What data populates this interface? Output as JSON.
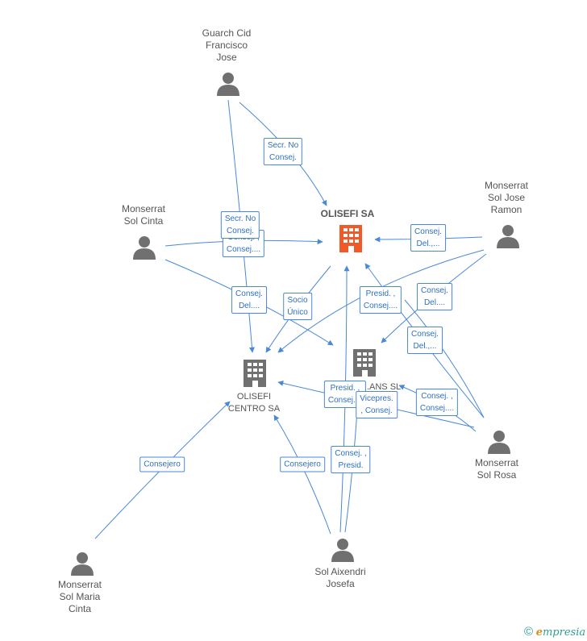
{
  "nodes": [
    {
      "id": "olisefi",
      "type": "company",
      "label": "OLISEFI SA",
      "bold": true,
      "color": "#f05a28"
    },
    {
      "id": "olisefi_centro",
      "type": "company",
      "label": "OLISEFI\nCENTRO SA",
      "bold": false,
      "color": "#707070"
    },
    {
      "id": "ans",
      "type": "company",
      "label": "...ANS SL",
      "bold": false,
      "color": "#707070"
    },
    {
      "id": "guarch",
      "type": "person",
      "label": "Guarch Cid\nFrancisco\nJose",
      "color": "#707070"
    },
    {
      "id": "cinta",
      "type": "person",
      "label": "Monserrat\nSol Cinta",
      "color": "#707070"
    },
    {
      "id": "ramon",
      "type": "person",
      "label": "Monserrat\nSol Jose\nRamon",
      "color": "#707070"
    },
    {
      "id": "rosa",
      "type": "person",
      "label": "Monserrat\nSol Rosa",
      "color": "#707070"
    },
    {
      "id": "maria",
      "type": "person",
      "label": "Monserrat\nSol Maria\nCinta",
      "color": "#707070"
    },
    {
      "id": "josefa",
      "type": "person",
      "label": "Sol Aixendri\nJosefa",
      "color": "#707070"
    }
  ],
  "edge_labels": [
    {
      "id": "e1",
      "text": "Secr.  No\nConsej."
    },
    {
      "id": "e2",
      "text": "Consej.\nDel.,..."
    },
    {
      "id": "e3",
      "text": "Consej. ,\nConsej...."
    },
    {
      "id": "e4",
      "text": "Secr.  No\nConsej."
    },
    {
      "id": "e5",
      "text": "Consej.\nDel...."
    },
    {
      "id": "e6",
      "text": "Socio\nÚnico"
    },
    {
      "id": "e7",
      "text": "Presid. ,\nConsej...."
    },
    {
      "id": "e8",
      "text": "Consej.\nDel...."
    },
    {
      "id": "e9",
      "text": "Consej.\nDel.,..."
    },
    {
      "id": "e10",
      "text": "Presid. ,\nConsej...."
    },
    {
      "id": "e11",
      "text": "Vicepres.\n, Consej."
    },
    {
      "id": "e12",
      "text": "Consej. ,\nConsej...."
    },
    {
      "id": "e13",
      "text": "Consejero"
    },
    {
      "id": "e14",
      "text": "Consejero"
    },
    {
      "id": "e15",
      "text": "Consej. ,\nPresid."
    }
  ],
  "colors": {
    "edge": "#4a88d8",
    "company_main": "#f05a28",
    "icon": "#707070"
  },
  "brand": {
    "copyright": "©",
    "e_letter": "e",
    "rest": "mpresia"
  }
}
